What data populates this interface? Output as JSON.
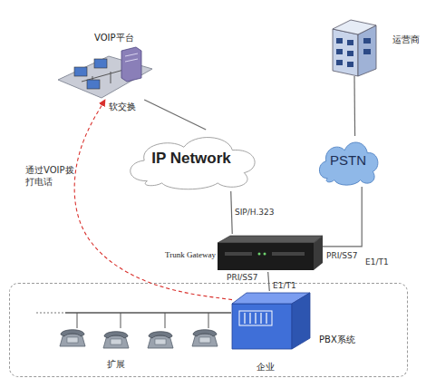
{
  "diagram": {
    "nodes": [
      {
        "text": [
          "VOIP平台",
          "软交换"
        ]
      },
      {
        "text": [
          "运营商"
        ]
      },
      {
        "text": [
          "IP Network"
        ]
      },
      {
        "text": [
          "PSTN"
        ]
      },
      {
        "text": [
          "Trunk Gateway"
        ]
      },
      {
        "text": [
          "企业"
        ]
      },
      {
        "text": [
          "PBX系统"
        ],
        "in": 5
      }
    ],
    "edges": [
      {
        "from": 0,
        "to": 2,
        "arrow": "none"
      },
      {
        "from": 2,
        "to": 4,
        "label": "SIP/H.323",
        "arrow": "none"
      },
      {
        "from": 1,
        "to": 3,
        "arrow": "none"
      },
      {
        "from": 3,
        "to": 4,
        "label": "PRI/SS7",
        "arrow": "none"
      },
      {
        "from": 4,
        "to": 6,
        "label": "PRI/SS7",
        "arrow": "none"
      },
      {
        "from": 6,
        "to": 0,
        "label": "通过VOIP拨打电话",
        "arrow": "to"
      }
    ],
    "labels": [
      "E1/T1",
      "E1/T1",
      "扩展"
    ]
  }
}
